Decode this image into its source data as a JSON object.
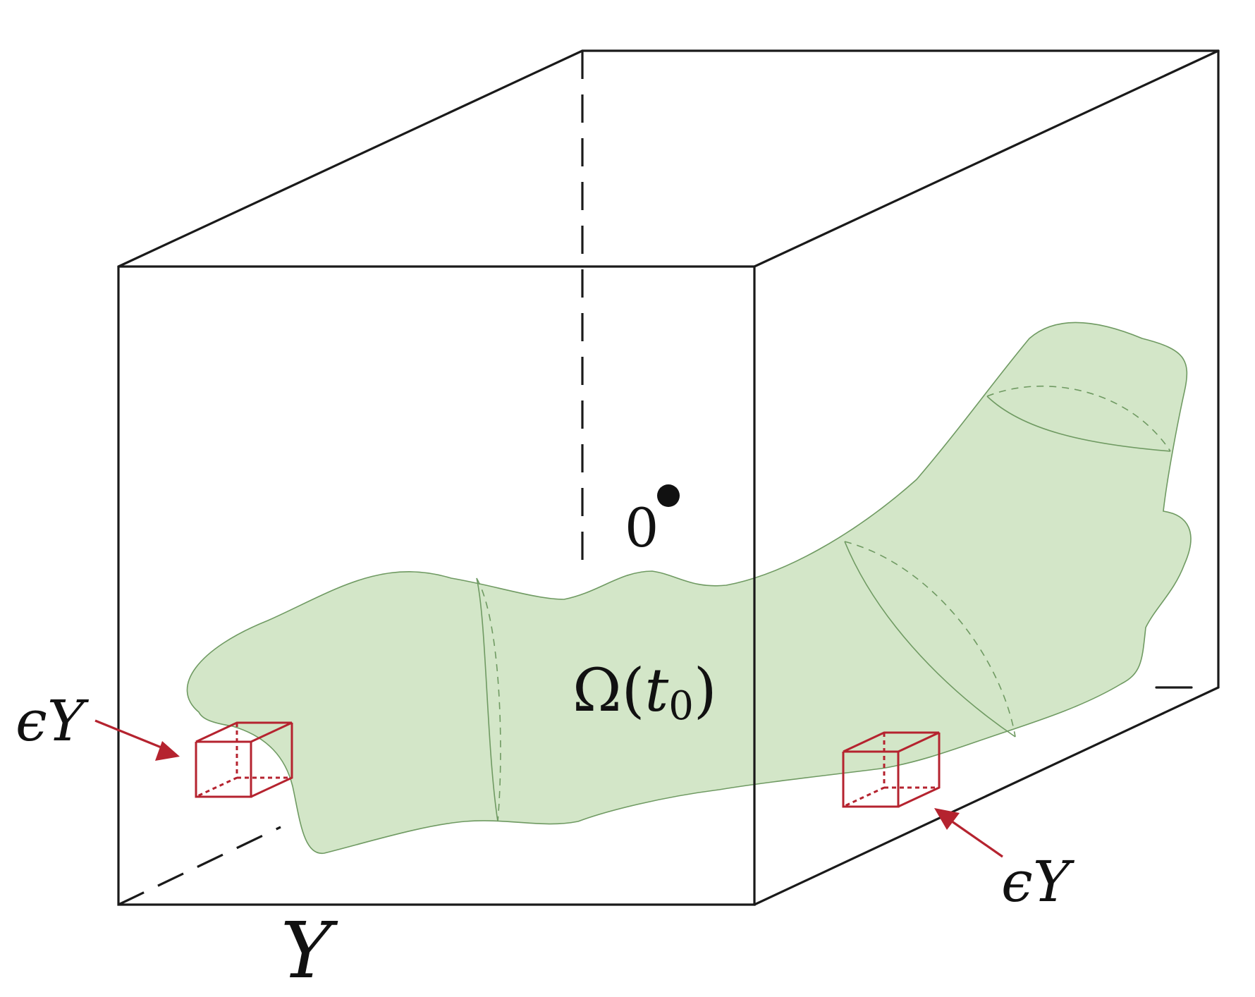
{
  "labels": {
    "origin": "0",
    "domain_symbol": "Ω",
    "domain_open": "(",
    "domain_var": "t",
    "domain_sub": "0",
    "domain_close": ")",
    "cell_left_eps": "ϵ",
    "cell_left_Y": "Y",
    "cell_right_eps": "ϵ",
    "cell_right_Y": "Y",
    "unit_cell": "Y"
  },
  "colors": {
    "outline": "#1a1a1a",
    "domain_fill": "#d3e6c8",
    "domain_stroke": "#6f9a62",
    "cell_red": "#b5232f"
  }
}
